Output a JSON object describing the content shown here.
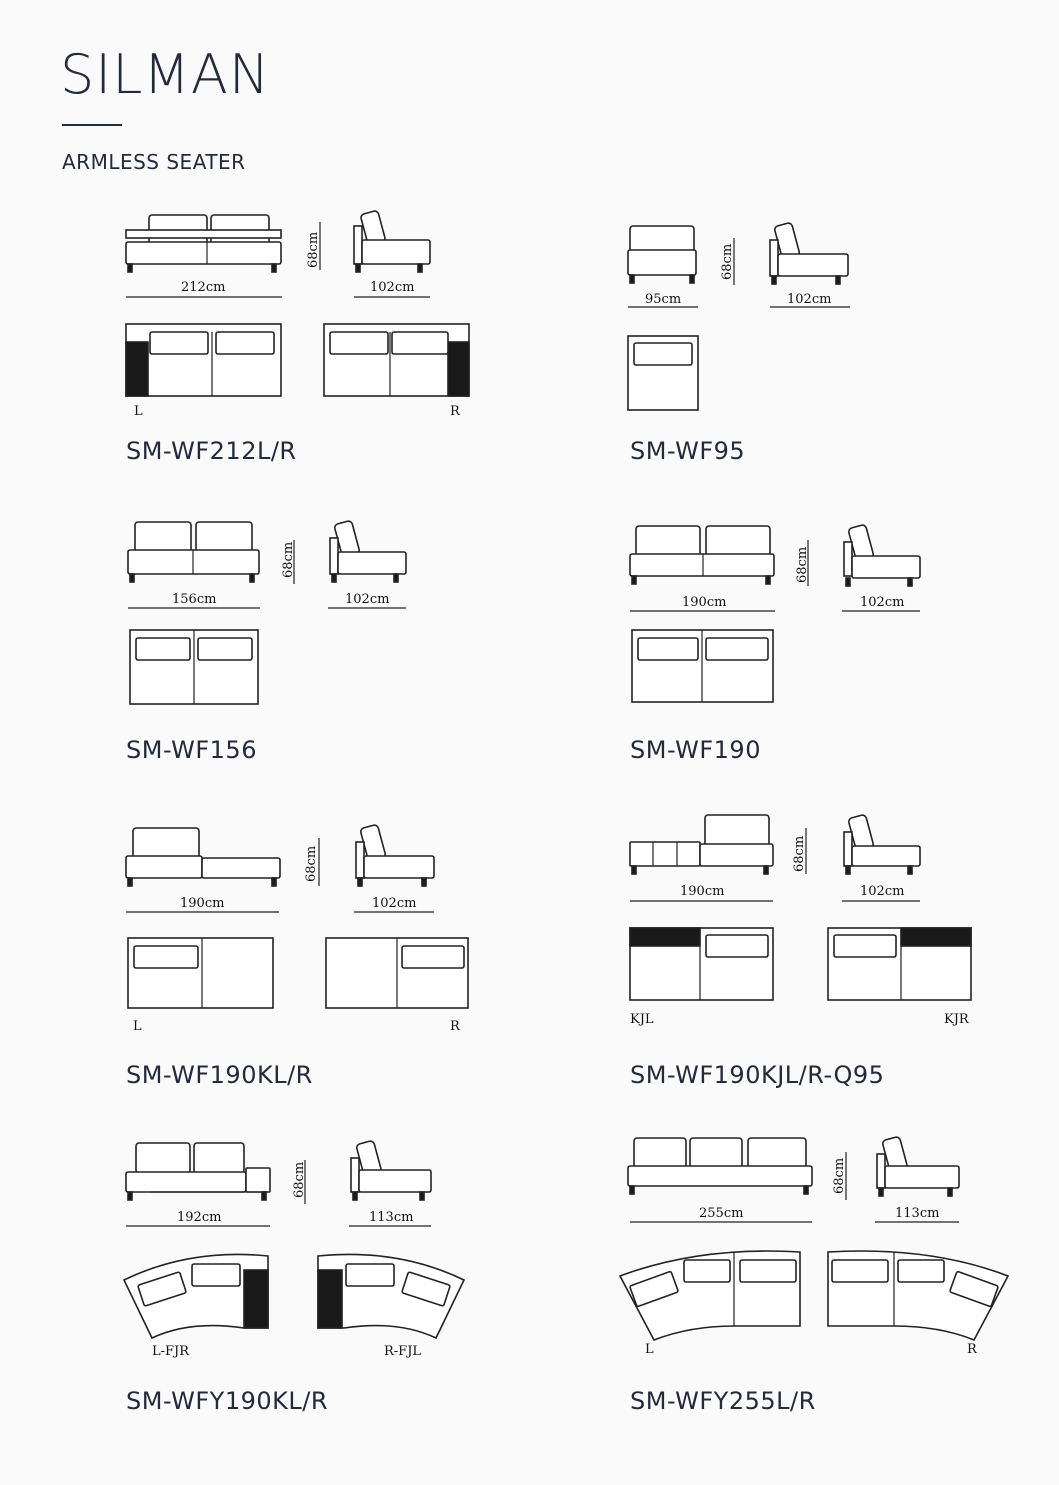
{
  "header": {
    "brand": "SILMAN",
    "subtitle": "ARMLESS SEATER"
  },
  "height_label": "68cm",
  "products": [
    {
      "model": "SM-WF212L/R",
      "width": "212cm",
      "depth": "102cm",
      "left": "L",
      "right": "R"
    },
    {
      "model": "SM-WF95",
      "width": "95cm",
      "depth": "102cm"
    },
    {
      "model": "SM-WF156",
      "width": "156cm",
      "depth": "102cm"
    },
    {
      "model": "SM-WF190",
      "width": "190cm",
      "depth": "102cm"
    },
    {
      "model": "SM-WF190KL/R",
      "width": "190cm",
      "depth": "102cm",
      "left": "L",
      "right": "R"
    },
    {
      "model": "SM-WF190KJL/R-Q95",
      "width": "190cm",
      "depth": "102cm",
      "left": "KJL",
      "right": "KJR"
    },
    {
      "model": "SM-WFY190KL/R",
      "width": "192cm",
      "depth": "113cm",
      "left": "L-FJR",
      "right": "R-FJL"
    },
    {
      "model": "SM-WFY255L/R",
      "width": "255cm",
      "depth": "113cm",
      "left": "L",
      "right": "R"
    }
  ]
}
